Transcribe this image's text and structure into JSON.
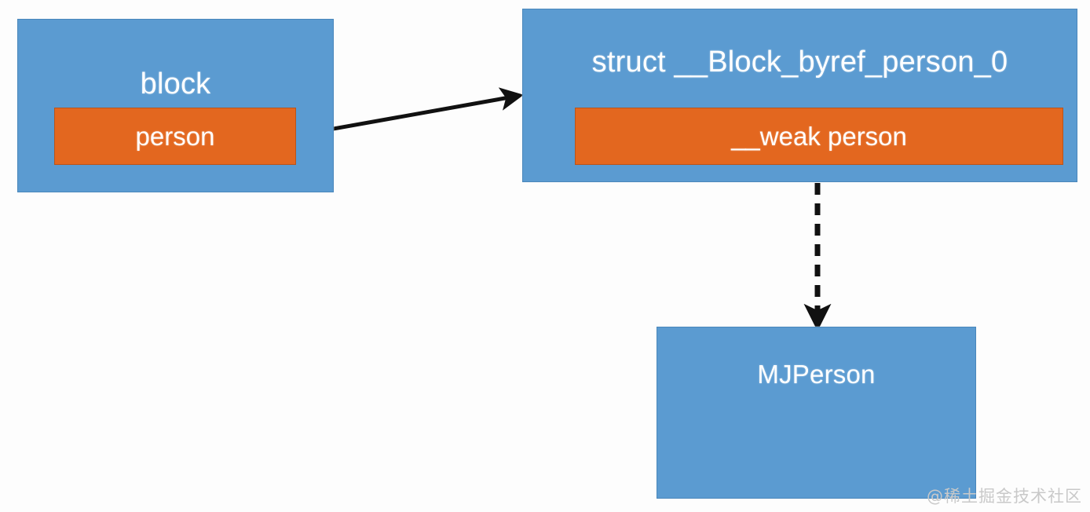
{
  "diagram": {
    "title": "block byref weak reference diagram",
    "colors": {
      "box_blue": "#5b9bd1",
      "box_orange": "#e3671f",
      "arrow": "#111111",
      "text": "#ffffff",
      "background": "#fdfdfd",
      "watermark": "#c9c9c9"
    },
    "nodes": [
      {
        "id": "block",
        "title": "block",
        "field": "person"
      },
      {
        "id": "byref",
        "title": "struct __Block_byref_person_0",
        "field": "__weak person"
      },
      {
        "id": "mjperson",
        "title": "MJPerson",
        "field": ""
      }
    ],
    "edges": [
      {
        "id": "block-to-byref",
        "style": "solid",
        "from": "block.person",
        "to": "byref",
        "arrowhead": "filled"
      },
      {
        "id": "byref-to-mjperson",
        "style": "dashed",
        "from": "byref.__weak person",
        "to": "mjperson",
        "arrowhead": "filled"
      }
    ]
  },
  "watermark": {
    "text": "@稀土掘金技术社区"
  }
}
